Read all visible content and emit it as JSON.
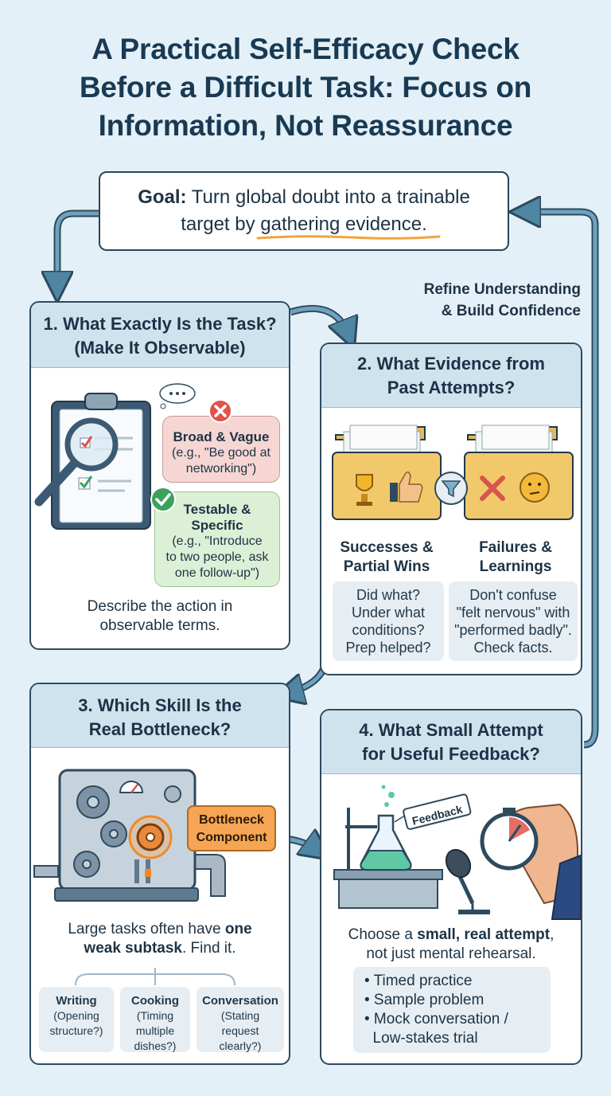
{
  "title": {
    "line1": "A Practical Self-Efficacy Check",
    "line2": "Before a Difficult Task: Focus on",
    "line3": "Information, Not Reassurance"
  },
  "goal": {
    "label": "Goal:",
    "text1": "Turn global doubt into a trainable",
    "text2": "target by gathering evidence."
  },
  "loop_label": {
    "line1": "Refine Understanding",
    "line2": "& Build Confidence"
  },
  "step1": {
    "title1": "1. What Exactly Is the Task?",
    "title2": "(Make It Observable)",
    "bad_title": "Broad & Vague",
    "bad_text1": "(e.g., \"Be good at",
    "bad_text2": "networking\")",
    "good_title1": "Testable &",
    "good_title2": "Specific",
    "good_text1": "(e.g., \"Introduce",
    "good_text2": "to two people, ask",
    "good_text3": "one follow-up\")",
    "caption1": "Describe the action in",
    "caption2": "observable terms."
  },
  "step2": {
    "title1": "2. What Evidence from",
    "title2": "Past Attempts?",
    "left_label1": "Successes &",
    "left_label2": "Partial Wins",
    "right_label1": "Failures &",
    "right_label2": "Learnings",
    "left_q1": "Did what?",
    "left_q2": "Under what",
    "left_q3": "conditions?",
    "left_q4": "Prep helped?",
    "right_q1": "Don't confuse",
    "right_q2": "\"felt nervous\" with",
    "right_q3": "\"performed badly\".",
    "right_q4": "Check facts."
  },
  "step3": {
    "title1": "3. Which Skill Is the",
    "title2": "Real Bottleneck?",
    "tag1": "Bottleneck",
    "tag2": "Component",
    "caption1_a": "Large tasks often have ",
    "caption1_b": "one",
    "caption2_a": "weak subtask",
    "caption2_b": ". Find it.",
    "skills": [
      {
        "name": "Writing",
        "l1": "(Opening",
        "l2": "structure?)",
        "l3": ""
      },
      {
        "name": "Cooking",
        "l1": "(Timing",
        "l2": "multiple",
        "l3": "dishes?)"
      },
      {
        "name": "Conversation",
        "l1": "(Stating",
        "l2": "request",
        "l3": "clearly?)"
      }
    ]
  },
  "step4": {
    "title1": "4. What Small Attempt",
    "title2": "for Useful Feedback?",
    "tag": "Feedback",
    "caption1_a": "Choose a ",
    "caption1_b": "small, real attempt",
    "caption1_c": ",",
    "caption2": "not just mental rehearsal.",
    "list": [
      "• Timed practice",
      "• Sample problem",
      "• Mock conversation /",
      "  Low-stakes trial"
    ]
  },
  "colors": {
    "background": "#e4f0f7",
    "card_header": "#cfe3ef",
    "arrow": "#4f86a3",
    "bad": "#f6d6d3",
    "good": "#dcf0d6",
    "bottleneck": "#f6a554"
  }
}
